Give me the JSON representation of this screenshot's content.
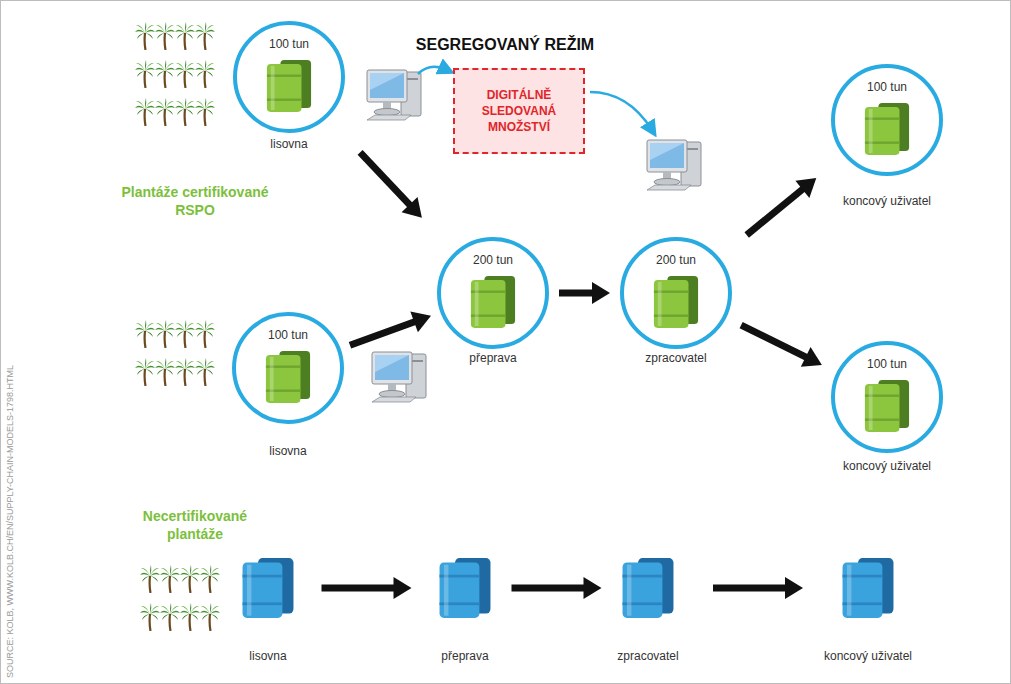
{
  "diagram": {
    "title": "SEGREGOVANÝ REŽIM",
    "nodes": [
      {
        "text": [
          "100 tun",
          "lisovna"
        ]
      },
      {
        "text": [
          "DIGITÁLNĚ SLEDOVANÁ MNOŽSTVÍ"
        ]
      },
      {
        "text": [
          "200 tun",
          "přeprava"
        ]
      },
      {
        "text": [
          "200 tun",
          "zpracovatel"
        ]
      },
      {
        "text": [
          "100 tun",
          "koncový uživatel"
        ]
      },
      {
        "text": [
          "100 tun",
          "lisovna"
        ]
      },
      {
        "text": [
          "100 tun",
          "koncový uživatel"
        ]
      },
      {
        "text": [
          "lisovna"
        ]
      },
      {
        "text": [
          "přeprava"
        ]
      },
      {
        "text": [
          "zpracovatel"
        ]
      },
      {
        "text": [
          "koncový uživatel"
        ]
      }
    ],
    "edges": [
      {
        "from": 0,
        "to": 2,
        "arrow": "to"
      },
      {
        "from": 5,
        "to": 2,
        "arrow": "to"
      },
      {
        "from": 2,
        "to": 3,
        "arrow": "to"
      },
      {
        "from": 3,
        "to": 4,
        "arrow": "to"
      },
      {
        "from": 3,
        "to": 6,
        "arrow": "to"
      },
      {
        "from": 7,
        "to": 8,
        "arrow": "to"
      },
      {
        "from": 8,
        "to": 9,
        "arrow": "to"
      },
      {
        "from": 9,
        "to": 10,
        "arrow": "to"
      }
    ],
    "labels": [
      "Plantáže certifikované RSPO",
      "Necertifikované plantáže",
      "SOURCE: KOLB, WWW.KOLB.CH/EN/SUPPLY-CHAIN-MODELS-1798.HTML"
    ]
  }
}
